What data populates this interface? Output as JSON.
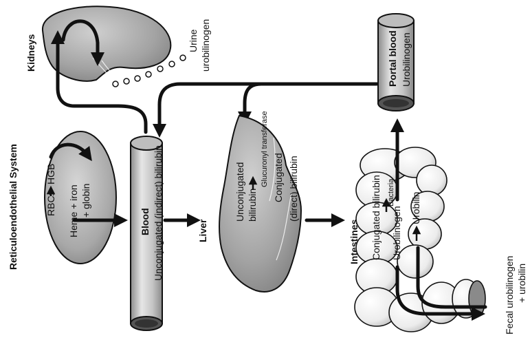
{
  "labels": {
    "res_title": "Reticuloendothelial System",
    "rbcs": "RBCs",
    "hgb": "HGB",
    "heme_line1": "Heme + iron",
    "heme_line2": "+ globin",
    "kidneys": "Kidneys",
    "urine_line1": "Urine",
    "urine_line2": "urobilinogen",
    "blood_title": "Blood",
    "blood_sub": "Unconjugated (indirect) bilirubin",
    "liver": "Liver",
    "liver_unconj_1": "Unconjugated",
    "liver_unconj_2": "bilirubin",
    "glucuronyl": "Glucuronyl transferase",
    "liver_conj_1": "Conjugated",
    "liver_conj_2": "(direct) bilirubin",
    "portal_title": "Portal blood",
    "portal_sub": "Urobilinogen",
    "intestines": "Intestines",
    "int_conj": "Conjugated bilirubin",
    "bacteria": "Bacteria",
    "int_urobilinogen": "Urobilinogen",
    "urobilin": "Urobilin",
    "fecal_line1": "Fecal urobilinogen",
    "fecal_line2": "+ urobilin"
  },
  "colors": {
    "organ_gray": "#9a9a9a",
    "organ_dark": "#6f6f6f",
    "tube_light": "#d8d8d8",
    "tube_mid": "#a6a6a6",
    "intestine_light": "#f0f0f0",
    "arrow": "#111111"
  }
}
